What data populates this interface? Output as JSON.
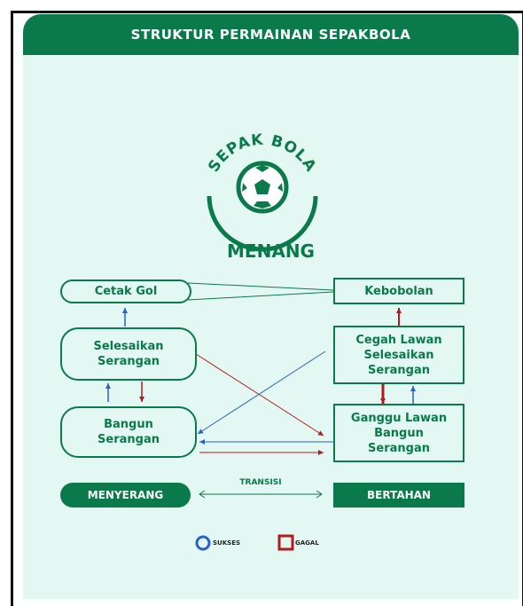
{
  "header": {
    "title": "STRUKTUR PERMAINAN SEPAKBOLA"
  },
  "logo": {
    "arc_text": "SEPAK BOLA",
    "icon": "soccer-ball-icon"
  },
  "goal": {
    "label": "MENANG"
  },
  "attack": {
    "score": "Cetak Gol",
    "finish_line1": "Selesaikan",
    "finish_line2": "Serangan",
    "build_line1": "Bangun",
    "build_line2": "Serangan"
  },
  "defense": {
    "conceded": "Kebobolan",
    "stop_line1": "Cegah Lawan",
    "stop_line2": "Selesaikan",
    "stop_line3": "Serangan",
    "disrupt_line1": "Ganggu Lawan",
    "disrupt_line2": "Bangun",
    "disrupt_line3": "Serangan"
  },
  "phases": {
    "attack": "MENYERANG",
    "transition": "TRANSISI",
    "defend": "BERTAHAN"
  },
  "legend": {
    "success": "SUKSES",
    "fail": "GAGAL"
  },
  "colors": {
    "green": "#0b7a4b",
    "background": "#e3f8f3",
    "success": "#2a5fd0",
    "fail": "#b31b1b"
  }
}
